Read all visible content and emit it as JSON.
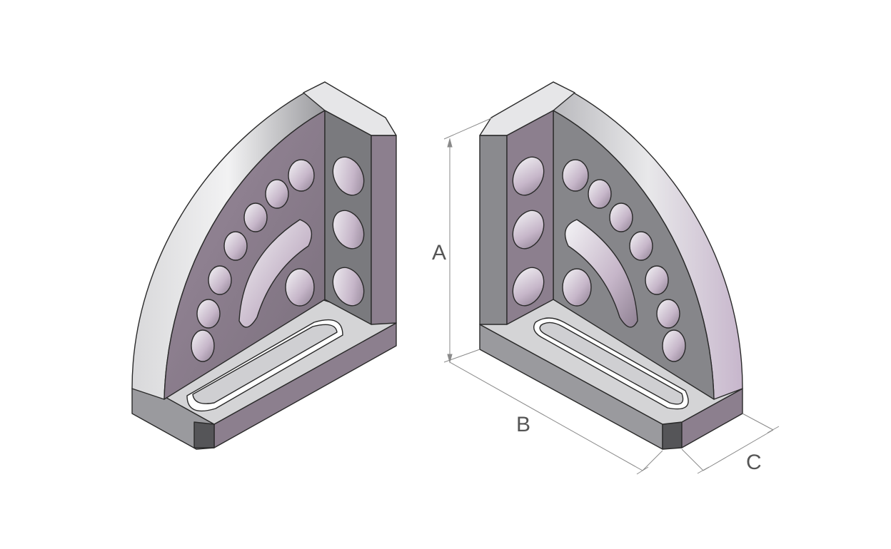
{
  "diagram": {
    "dimensions": [
      {
        "id": "A",
        "label": "A"
      },
      {
        "id": "B",
        "label": "B"
      },
      {
        "id": "C",
        "label": "C"
      }
    ],
    "colors": {
      "face_light": "#e2e2e4",
      "face_mid": "#a6a6aa",
      "face_dark": "#6e6e72",
      "face_purple": "#8c7f8e",
      "face_purple_light": "#b5a9b8",
      "edge": "#2a2a2a",
      "hole_inner": "#c9c9cd",
      "dim_line": "#8a8a8a",
      "dim_text": "#555555"
    }
  }
}
